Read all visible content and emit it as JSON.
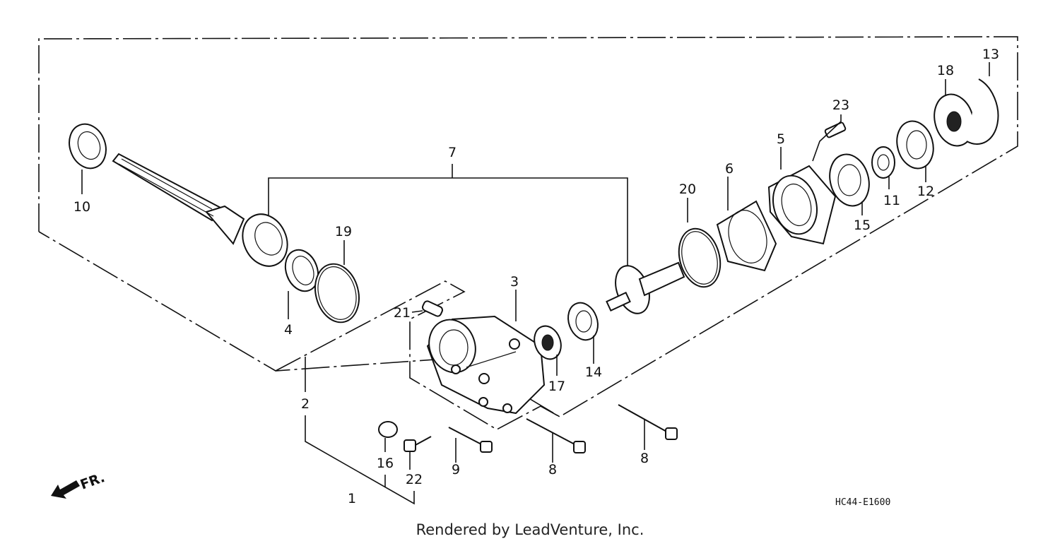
{
  "diagram": {
    "callouts": {
      "c1": "1",
      "c2": "2",
      "c3": "3",
      "c4": "4",
      "c5": "5",
      "c6": "6",
      "c7": "7",
      "c8a": "8",
      "c8b": "8",
      "c9": "9",
      "c10": "10",
      "c11": "11",
      "c12": "12",
      "c13": "13",
      "c14": "14",
      "c15": "15",
      "c16": "16",
      "c17": "17",
      "c18": "18",
      "c19": "19",
      "c20": "20",
      "c21": "21",
      "c22": "22",
      "c23": "23"
    },
    "direction_label": "FR.",
    "diagram_code": "HC44-E1600"
  },
  "footer": {
    "credit": "Rendered by LeadVenture, Inc."
  }
}
